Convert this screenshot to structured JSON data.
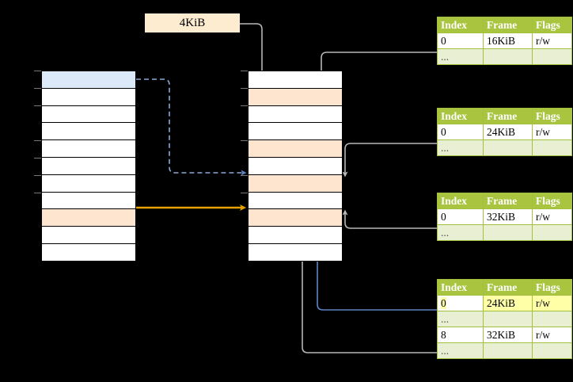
{
  "diagram": {
    "title_label": "4KiB",
    "page_size_box": {
      "text": "4KiB",
      "bg": "#fdecd0"
    },
    "colors": {
      "background": "#000000",
      "table_header": "#a9c540",
      "table_header_text": "#ffffff",
      "ellipsis_row": "#e9efd3",
      "highlight_yellow": "#ffffa8",
      "row_blue": "#dce9f9",
      "row_peach": "#fde5cf",
      "arrow_blue": "#5b84c4",
      "arrow_orange": "#e8a200",
      "arrow_gray": "#b7b7b7",
      "border": "#000000"
    },
    "left_table": {
      "name": "virtual-address-table",
      "row_count": 11,
      "rows": [
        {
          "fill": "blue"
        },
        {
          "fill": "white"
        },
        {
          "fill": "white"
        },
        {
          "fill": "white"
        },
        {
          "fill": "white"
        },
        {
          "fill": "white"
        },
        {
          "fill": "white"
        },
        {
          "fill": "white"
        },
        {
          "fill": "peach"
        },
        {
          "fill": "white"
        },
        {
          "fill": "white"
        }
      ]
    },
    "middle_table": {
      "name": "physical-memory-table",
      "row_count": 11,
      "rows": [
        {
          "fill": "white"
        },
        {
          "fill": "peach"
        },
        {
          "fill": "white"
        },
        {
          "fill": "white"
        },
        {
          "fill": "peach"
        },
        {
          "fill": "white"
        },
        {
          "fill": "peach"
        },
        {
          "fill": "white"
        },
        {
          "fill": "peach"
        },
        {
          "fill": "white"
        },
        {
          "fill": "white"
        }
      ]
    },
    "page_tables": [
      {
        "name": "page-table-level-1",
        "headers": [
          "Index",
          "Frame",
          "Flags"
        ],
        "rows": [
          {
            "cells": [
              "0",
              "16KiB",
              "r/w"
            ],
            "style": "normal",
            "highlight": []
          },
          {
            "cells": [
              "...",
              "",
              ""
            ],
            "style": "ellipsis",
            "highlight": []
          }
        ]
      },
      {
        "name": "page-table-level-2",
        "headers": [
          "Index",
          "Frame",
          "Flags"
        ],
        "rows": [
          {
            "cells": [
              "0",
              "24KiB",
              "r/w"
            ],
            "style": "normal",
            "highlight": []
          },
          {
            "cells": [
              "...",
              "",
              ""
            ],
            "style": "ellipsis",
            "highlight": []
          }
        ]
      },
      {
        "name": "page-table-level-3",
        "headers": [
          "Index",
          "Frame",
          "Flags"
        ],
        "rows": [
          {
            "cells": [
              "0",
              "32KiB",
              "r/w"
            ],
            "style": "normal",
            "highlight": []
          },
          {
            "cells": [
              "...",
              "",
              ""
            ],
            "style": "ellipsis",
            "highlight": []
          }
        ]
      },
      {
        "name": "page-table-level-4",
        "headers": [
          "Index",
          "Frame",
          "Flags"
        ],
        "rows": [
          {
            "cells": [
              "0",
              "24KiB",
              "r/w"
            ],
            "style": "normal",
            "highlight": [
              1,
              2
            ],
            "text_highlight": [
              0
            ]
          },
          {
            "cells": [
              "...",
              "",
              ""
            ],
            "style": "ellipsis",
            "highlight": []
          },
          {
            "cells": [
              "8",
              "32KiB",
              "r/w"
            ],
            "style": "normal",
            "highlight": []
          },
          {
            "cells": [
              "...",
              "",
              ""
            ],
            "style": "ellipsis",
            "highlight": []
          }
        ]
      }
    ],
    "connectors": [
      {
        "name": "blue-dashed-arrow",
        "from": "left-table-row-1",
        "to": "middle-table-row-7",
        "style": "dashed",
        "color": "#5b84c4"
      },
      {
        "name": "orange-solid-arrow",
        "from": "left-table-row-9",
        "to": "middle-table-row-9",
        "style": "solid",
        "color": "#e8a200"
      },
      {
        "name": "page-size-to-frame-arrow",
        "from": "size-label",
        "to": "middle-table-row-2",
        "style": "solid",
        "color": "#b7b7b7"
      },
      {
        "name": "pt1-to-middle-arrow",
        "from": "page-table-level-1",
        "to": "middle-table-row-5",
        "style": "solid",
        "color": "#b7b7b7"
      },
      {
        "name": "pt2-to-middle-arrow",
        "from": "page-table-level-2",
        "to": "middle-table-row-7",
        "style": "solid",
        "color": "#b7b7b7"
      },
      {
        "name": "pt3-to-middle-arrow",
        "from": "page-table-level-3",
        "to": "middle-table-row-9",
        "style": "solid",
        "color": "#b7b7b7"
      },
      {
        "name": "pt4-row3-to-middle-arrow",
        "from": "page-table-level-4-row-8",
        "to": "middle-table-row-9",
        "style": "solid",
        "color": "#b7b7b7"
      },
      {
        "name": "pt4-row1-to-middle-arrow",
        "from": "page-table-level-4-row-0",
        "to": "middle-table-row-7",
        "style": "solid",
        "color": "#5b84c4"
      }
    ]
  }
}
